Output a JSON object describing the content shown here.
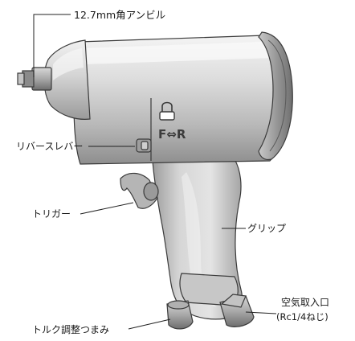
{
  "callouts": {
    "anvil": "12.7mm角アンビル",
    "reverse_lever": "リバースレバー",
    "trigger": "トリガー",
    "grip": "グリップ",
    "torque_adjuster": "トルク調整つまみ",
    "air_inlet": "空気取入口",
    "air_inlet_sub": "(Rc1/4ねじ)"
  },
  "body_marking": {
    "direction": "F⇔R"
  },
  "colors": {
    "metal_light": "#e6e6e6",
    "metal_mid": "#bdbdbd",
    "metal_dark": "#7a7a7a",
    "outline": "#3a3a3a"
  }
}
